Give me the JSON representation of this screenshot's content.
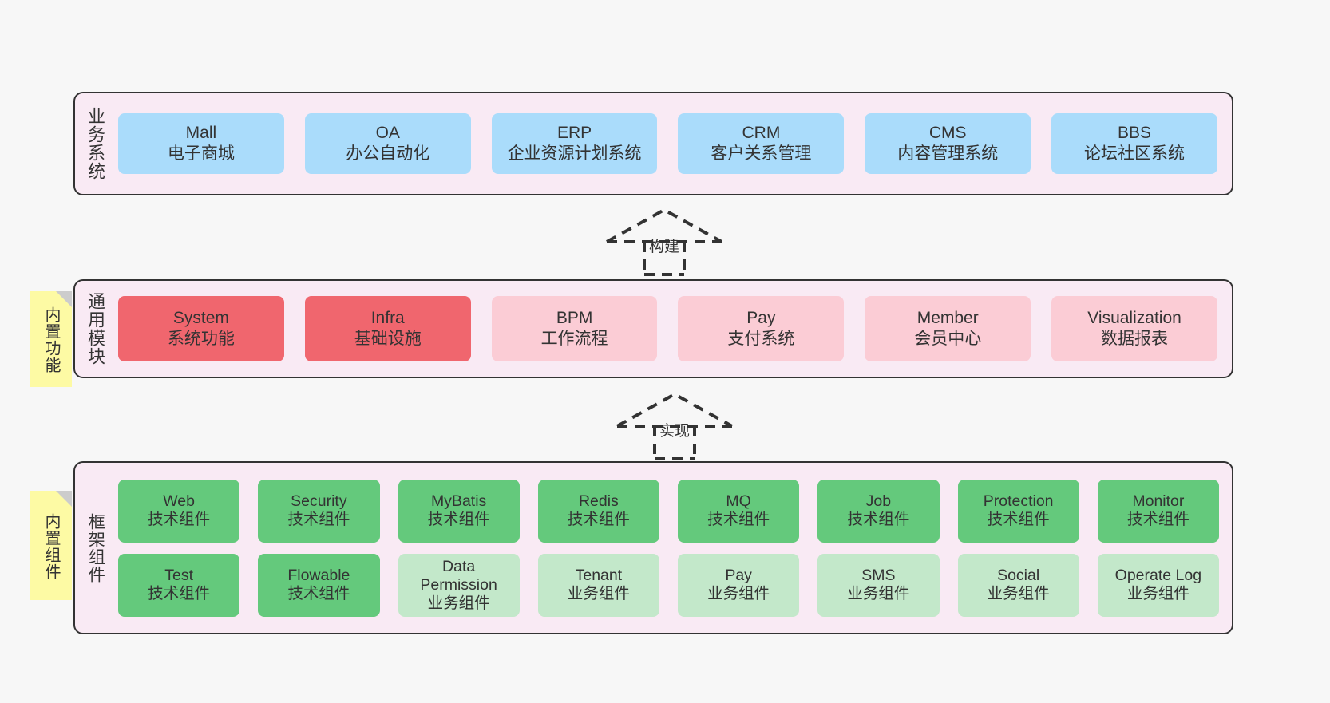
{
  "diagram": {
    "background_color": "#f7f7f7",
    "panel_color": "#f9eaf4",
    "border_color": "#333333"
  },
  "layers": [
    {
      "id": "business",
      "title": "业务系统",
      "rows": [
        {
          "nodes": [
            {
              "name": "Mall",
              "sub": "电子商城",
              "color": "#aadcfb"
            },
            {
              "name": "OA",
              "sub": "办公自动化",
              "color": "#aadcfb"
            },
            {
              "name": "ERP",
              "sub": "企业资源计划系统",
              "color": "#aadcfb"
            },
            {
              "name": "CRM",
              "sub": "客户关系管理",
              "color": "#aadcfb"
            },
            {
              "name": "CMS",
              "sub": "内容管理系统",
              "color": "#aadcfb"
            },
            {
              "name": "BBS",
              "sub": "论坛社区系统",
              "color": "#aadcfb"
            }
          ]
        }
      ]
    },
    {
      "id": "modules",
      "title": "通用模块",
      "rows": [
        {
          "nodes": [
            {
              "name": "System",
              "sub": "系统功能",
              "color": "#f0666e"
            },
            {
              "name": "Infra",
              "sub": "基础设施",
              "color": "#f0666e"
            },
            {
              "name": "BPM",
              "sub": "工作流程",
              "color": "#fbccd5"
            },
            {
              "name": "Pay",
              "sub": "支付系统",
              "color": "#fbccd5"
            },
            {
              "name": "Member",
              "sub": "会员中心",
              "color": "#fbccd5"
            },
            {
              "name": "Visualization",
              "sub": "数据报表",
              "color": "#fbccd5"
            }
          ]
        }
      ]
    },
    {
      "id": "framework",
      "title": "框架组件",
      "rows": [
        {
          "nodes": [
            {
              "name": "Web",
              "sub": "技术组件",
              "color": "#64c97c"
            },
            {
              "name": "Security",
              "sub": "技术组件",
              "color": "#64c97c"
            },
            {
              "name": "MyBatis",
              "sub": "技术组件",
              "color": "#64c97c"
            },
            {
              "name": "Redis",
              "sub": "技术组件",
              "color": "#64c97c"
            },
            {
              "name": "MQ",
              "sub": "技术组件",
              "color": "#64c97c"
            },
            {
              "name": "Job",
              "sub": "技术组件",
              "color": "#64c97c"
            },
            {
              "name": "Protection",
              "sub": "技术组件",
              "color": "#64c97c"
            },
            {
              "name": "Monitor",
              "sub": "技术组件",
              "color": "#64c97c"
            }
          ]
        },
        {
          "nodes": [
            {
              "name": "Test",
              "sub": "技术组件",
              "color": "#64c97c"
            },
            {
              "name": "Flowable",
              "sub": "技术组件",
              "color": "#64c97c"
            },
            {
              "name": "Data Permission",
              "sub": "业务组件",
              "color": "#c3e8ca",
              "wrap": true
            },
            {
              "name": "Tenant",
              "sub": "业务组件",
              "color": "#c3e8ca"
            },
            {
              "name": "Pay",
              "sub": "业务组件",
              "color": "#c3e8ca"
            },
            {
              "name": "SMS",
              "sub": "业务组件",
              "color": "#c3e8ca"
            },
            {
              "name": "Social",
              "sub": "业务组件",
              "color": "#c3e8ca"
            },
            {
              "name": "Operate Log",
              "sub": "业务组件",
              "color": "#c3e8ca"
            }
          ]
        }
      ]
    }
  ],
  "sticky_notes": [
    {
      "id": "builtin-func",
      "text": "内置功能",
      "color": "#fdfaa4"
    },
    {
      "id": "builtin-comp",
      "text": "内置组件",
      "color": "#fdfaa4"
    }
  ],
  "arrows": [
    {
      "id": "build",
      "label": "构建",
      "style": "dashed-generalization",
      "direction": "up"
    },
    {
      "id": "realize",
      "label": "实现",
      "style": "dashed-generalization",
      "direction": "up"
    }
  ]
}
